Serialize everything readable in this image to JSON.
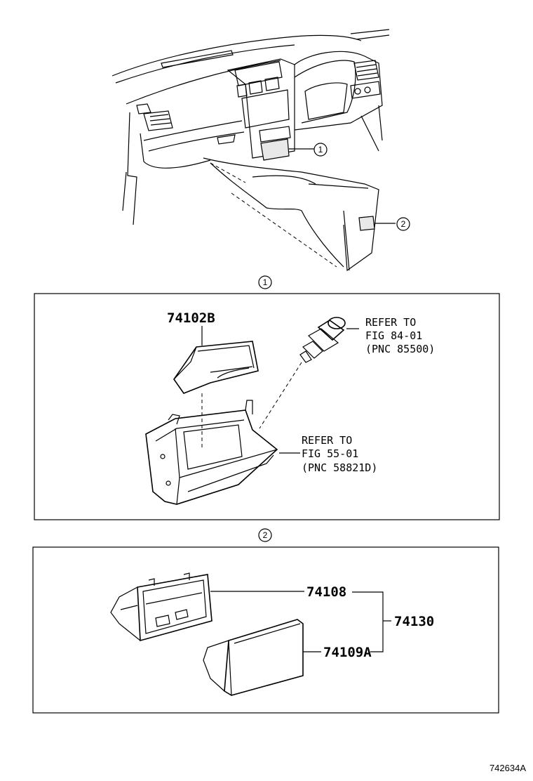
{
  "callouts": {
    "top_1": "1",
    "top_2": "2",
    "section_1": "1",
    "section_2": "2"
  },
  "section1": {
    "part_74102b": "74102B",
    "ref_a_line1": "REFER TO",
    "ref_a_line2": "FIG 84-01",
    "ref_a_line3": "(PNC 85500)",
    "ref_b_line1": "REFER TO",
    "ref_b_line2": "FIG 55-01",
    "ref_b_line3": "(PNC 58821D)"
  },
  "section2": {
    "part_74108": "74108",
    "part_74109a": "74109A",
    "part_74130": "74130"
  },
  "figure_code": "742634A"
}
